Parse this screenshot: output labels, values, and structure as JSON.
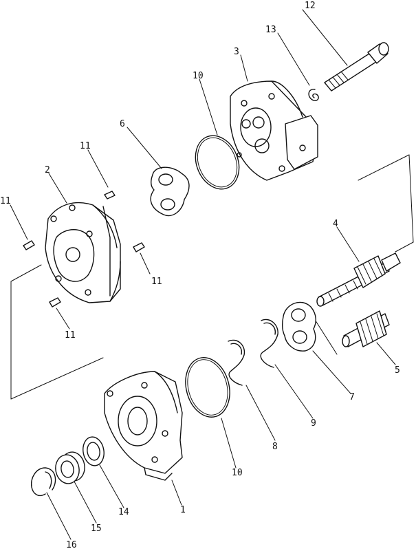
{
  "callouts": [
    "1",
    "2",
    "3",
    "4",
    "5",
    "6",
    "7",
    "8",
    "9",
    "10",
    "11",
    "12",
    "13",
    "14",
    "15",
    "16"
  ],
  "labels": {
    "p1": "1",
    "p2": "2",
    "p3": "3",
    "p4": "4",
    "p5": "5",
    "p6": "6",
    "p7": "7",
    "p8": "8",
    "p9": "9",
    "p10a": "10",
    "p10b": "10",
    "p11a": "11",
    "p11b": "11",
    "p11c": "11",
    "p11d": "11",
    "p12": "12",
    "p13": "13",
    "p14": "14",
    "p15": "15",
    "p16": "16"
  },
  "colors": {
    "line": "#111111",
    "background": "#ffffff"
  }
}
